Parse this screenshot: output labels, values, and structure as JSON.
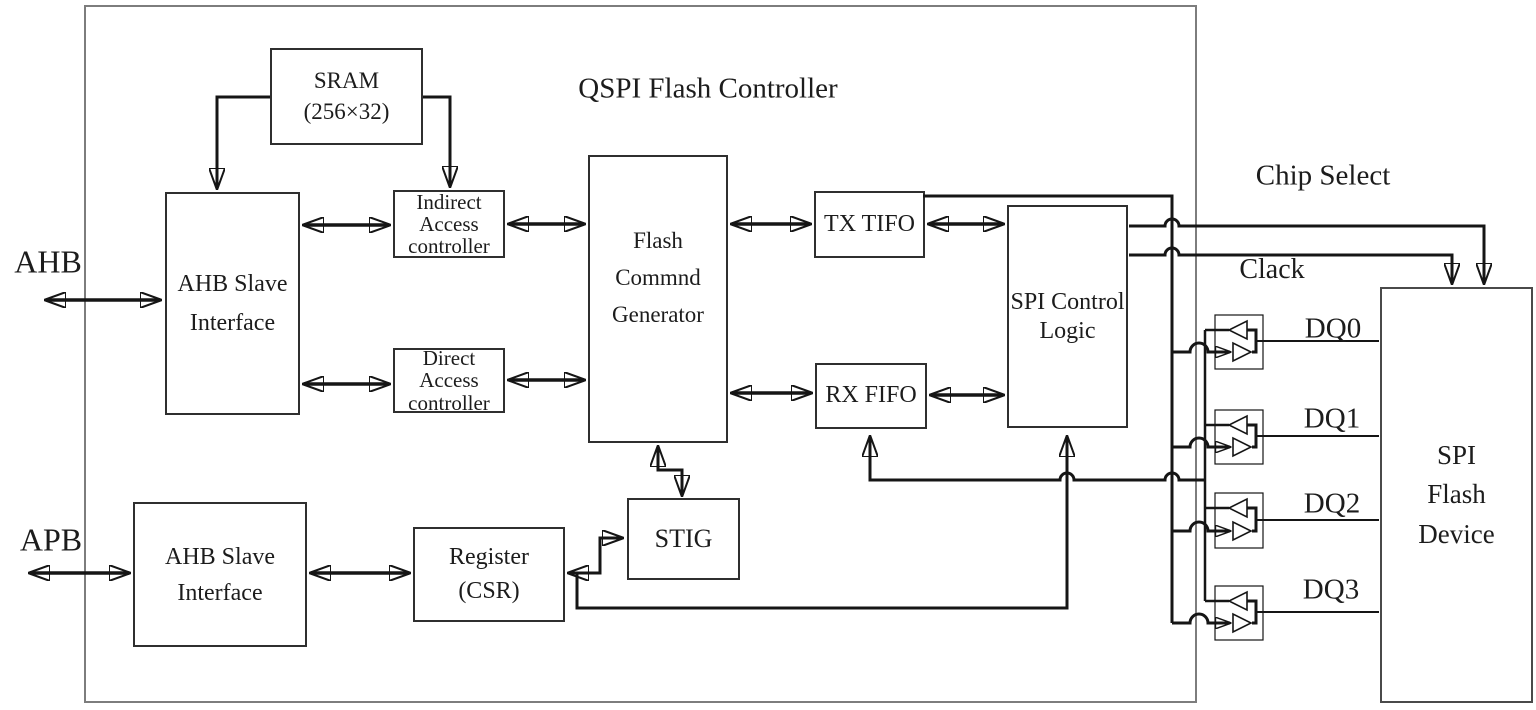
{
  "title": "QSPI Flash Controller",
  "bus_labels": {
    "ahb": "AHB",
    "apb": "APB"
  },
  "signal_labels": {
    "chip_select": "Chip Select",
    "clock": "Clack",
    "dq0": "DQ0",
    "dq1": "DQ1",
    "dq2": "DQ2",
    "dq3": "DQ3"
  },
  "blocks": {
    "sram": {
      "lines": [
        "SRAM",
        "(256×32)"
      ]
    },
    "ahb_slave_1": {
      "lines": [
        "AHB Slave",
        "Interface"
      ]
    },
    "indirect": {
      "lines": [
        "Indirect",
        "Access",
        "controller"
      ]
    },
    "direct": {
      "lines": [
        "Direct",
        "Access",
        "controller"
      ]
    },
    "fcg": {
      "lines": [
        "Flash",
        "Commnd",
        "Generator"
      ]
    },
    "tx_fifo": {
      "lines": [
        "TX TIFO"
      ]
    },
    "rx_fifo": {
      "lines": [
        "RX FIFO"
      ]
    },
    "spi_ctrl": {
      "lines": [
        "SPI Control",
        "Logic"
      ]
    },
    "ahb_slave_2": {
      "lines": [
        "AHB Slave",
        "Interface"
      ]
    },
    "register_csr": {
      "lines": [
        "Register",
        "(CSR)"
      ]
    },
    "stig": {
      "lines": [
        "STIG"
      ]
    },
    "flash_device": {
      "lines": [
        "SPI",
        "Flash",
        "Device"
      ]
    }
  },
  "colors": {
    "line": "#151515",
    "box-border": "#2f2f2f",
    "outer-border": "#7d7d7d",
    "buffer-border": "#8a8a8a",
    "text": "#1c1c1c",
    "bg": "#ffffff"
  }
}
